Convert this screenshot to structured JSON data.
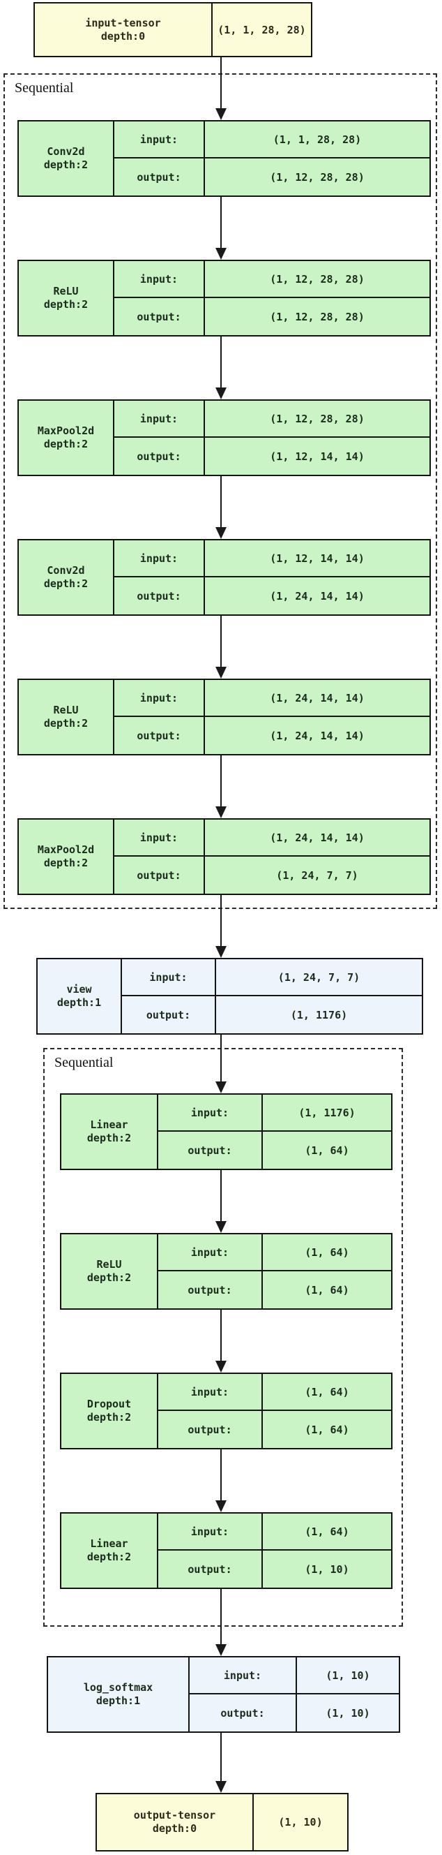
{
  "diagram": {
    "kind": "neural-network-architecture-graph",
    "colors": {
      "tensor_fill": "#FDFCD8",
      "module_fill": "#CAF4C6",
      "function_fill": "#EDF4FB",
      "border": "#151515",
      "background": "#ffffff"
    },
    "io": {
      "input_label": "input:",
      "output_label": "output:"
    },
    "containers": [
      {
        "label": "Sequential"
      },
      {
        "label": "Sequential"
      }
    ],
    "nodes": [
      {
        "name": "input-tensor",
        "depth": "depth:0",
        "shape": "(1, 1, 28, 28)"
      },
      {
        "name": "Conv2d",
        "depth": "depth:2",
        "input": "(1, 1, 28, 28)",
        "output": "(1, 12, 28, 28)"
      },
      {
        "name": "ReLU",
        "depth": "depth:2",
        "input": "(1, 12, 28, 28)",
        "output": "(1, 12, 28, 28)"
      },
      {
        "name": "MaxPool2d",
        "depth": "depth:2",
        "input": "(1, 12, 28, 28)",
        "output": "(1, 12, 14, 14)"
      },
      {
        "name": "Conv2d",
        "depth": "depth:2",
        "input": "(1, 12, 14, 14)",
        "output": "(1, 24, 14, 14)"
      },
      {
        "name": "ReLU",
        "depth": "depth:2",
        "input": "(1, 24, 14, 14)",
        "output": "(1, 24, 14, 14)"
      },
      {
        "name": "MaxPool2d",
        "depth": "depth:2",
        "input": "(1, 24, 14, 14)",
        "output": "(1, 24, 7, 7)"
      },
      {
        "name": "view",
        "depth": "depth:1",
        "input": "(1, 24, 7, 7)",
        "output": "(1, 1176)"
      },
      {
        "name": "Linear",
        "depth": "depth:2",
        "input": "(1, 1176)",
        "output": "(1, 64)"
      },
      {
        "name": "ReLU",
        "depth": "depth:2",
        "input": "(1, 64)",
        "output": "(1, 64)"
      },
      {
        "name": "Dropout",
        "depth": "depth:2",
        "input": "(1, 64)",
        "output": "(1, 64)"
      },
      {
        "name": "Linear",
        "depth": "depth:2",
        "input": "(1, 64)",
        "output": "(1, 10)"
      },
      {
        "name": "log_softmax",
        "depth": "depth:1",
        "input": "(1, 10)",
        "output": "(1, 10)"
      },
      {
        "name": "output-tensor",
        "depth": "depth:0",
        "shape": "(1, 10)"
      }
    ]
  }
}
